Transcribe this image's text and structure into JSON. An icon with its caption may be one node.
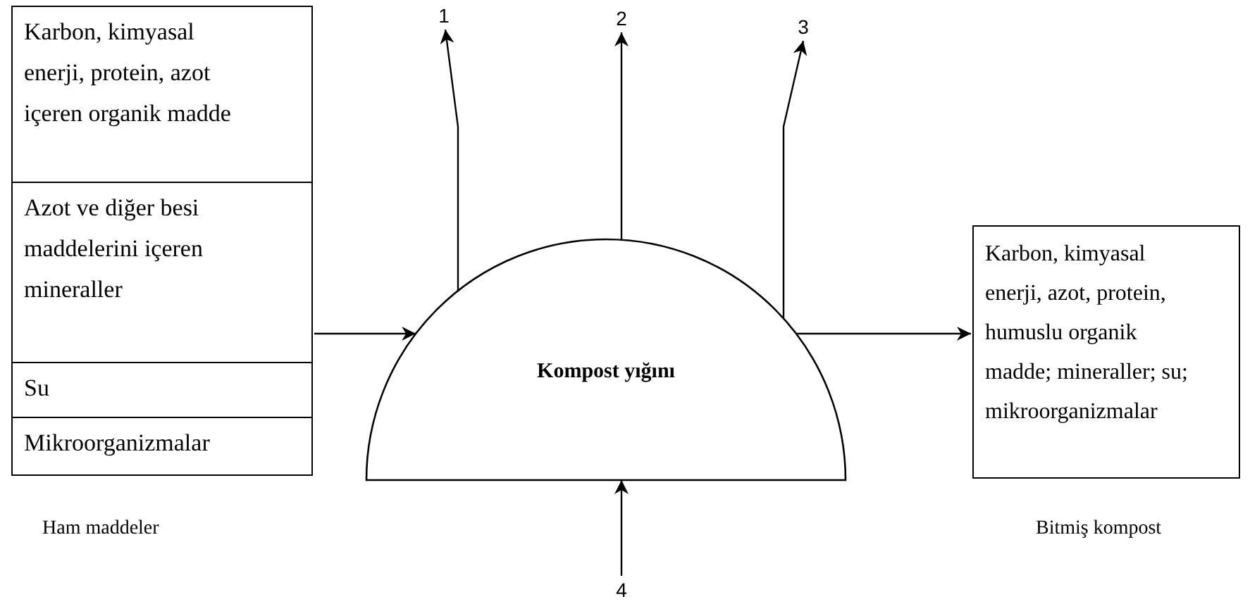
{
  "diagram": {
    "nodes": [
      {
        "text": [],
        "shape": "box",
        "beside": [
          "Ham maddeler"
        ]
      },
      {
        "text": [
          "Karbon, kimyasal enerji, protein, azot içeren organik madde"
        ],
        "in": 0
      },
      {
        "text": [
          "Azot ve diğer besi maddelerini içeren mineraller"
        ],
        "in": 0
      },
      {
        "text": [
          "Su"
        ],
        "in": 0
      },
      {
        "text": [
          "Mikroorganizmalar"
        ],
        "in": 0
      },
      {
        "text": [
          "Kompost yığını"
        ]
      },
      {
        "text": [
          "Karbon, kimyasal enerji, azot, protein, humuslu organik madde; mineraller; su; mikroorganizmalar"
        ],
        "beside": [
          "Bitmiş kompost"
        ]
      },
      {
        "text": [
          "1"
        ]
      },
      {
        "text": [
          "2"
        ]
      },
      {
        "text": [
          "3"
        ]
      },
      {
        "text": [
          "4"
        ]
      }
    ],
    "edges": [
      {
        "from": 0,
        "to": 5,
        "arrow": "to"
      },
      {
        "from": 5,
        "to": 6,
        "arrow": "to"
      },
      {
        "from": 5,
        "to": 7,
        "arrow": "to"
      },
      {
        "from": 5,
        "to": 8,
        "arrow": "to"
      },
      {
        "from": 5,
        "to": 9,
        "arrow": "to"
      },
      {
        "from": 10,
        "to": 5,
        "arrow": "to"
      }
    ]
  }
}
